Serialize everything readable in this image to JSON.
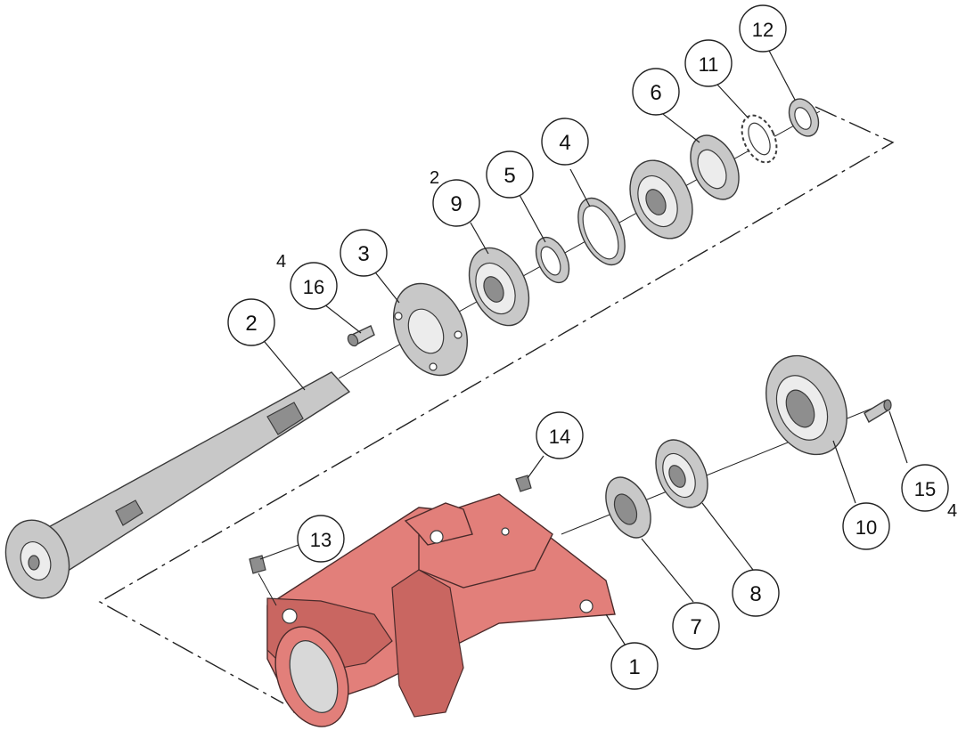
{
  "callouts": {
    "c1": "1",
    "c2": "2",
    "c3": "3",
    "c4": "4",
    "c5": "5",
    "c6": "6",
    "c7": "7",
    "c8": "8",
    "c9": "9",
    "c10": "10",
    "c11": "11",
    "c12": "12",
    "c13": "13",
    "c14": "14",
    "c15": "15",
    "c16": "16"
  },
  "quantities": {
    "q9": "2",
    "q16": "4",
    "q15": "4"
  },
  "colors": {
    "housing": "#e27f7a",
    "parts": "#c8c8c8",
    "lines": "#222222"
  }
}
